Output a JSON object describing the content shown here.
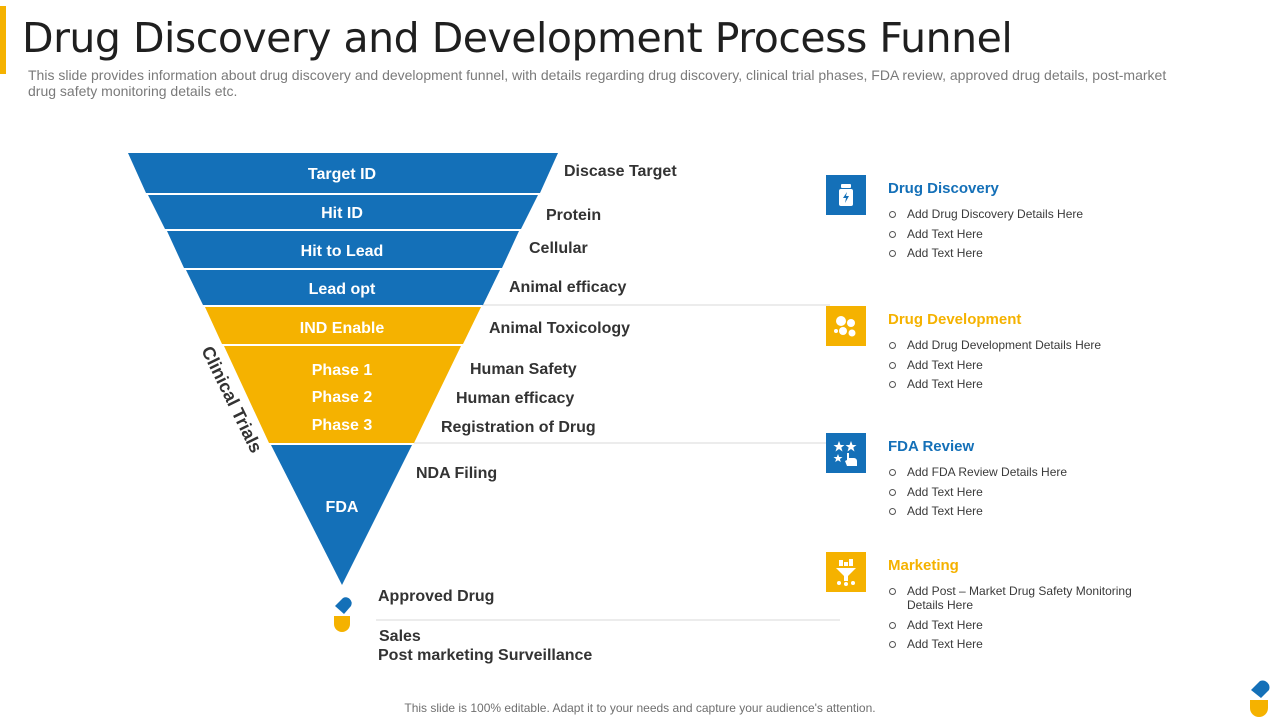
{
  "title": "Drug Discovery and Development Process Funnel",
  "subtitle": "This slide provides information about drug discovery and development funnel, with details regarding drug discovery, clinical trial phases, FDA review, approved drug details, post-market drug safety monitoring details etc.",
  "colors": {
    "blue": "#1470b8",
    "yellow": "#f5b200",
    "text": "#333333"
  },
  "funnel": {
    "stages": [
      "Target ID",
      "Hit ID",
      "Hit to Lead",
      "Lead opt",
      "IND Enable"
    ],
    "phases": [
      "Phase 1",
      "Phase 2",
      "Phase 3"
    ],
    "fda": "FDA",
    "clinical_trials_label": "Clinical Trials"
  },
  "side_labels": {
    "disease_target": "Discase Target",
    "protein": "Protein",
    "cellular": "Cellular",
    "animal_efficacy": "Animal efficacy",
    "animal_toxicology": "Animal  Toxicology",
    "human_safety": "Human Safety",
    "human_efficacy": "Human efficacy",
    "registration": "Registration of Drug",
    "nda_filing": "NDA Filing",
    "approved_drug": "Approved Drug",
    "sales": "Sales",
    "post_marketing": "Post marketing Surveillance"
  },
  "sections": [
    {
      "title": "Drug Discovery",
      "color": "#1470b8",
      "icon": "medicine-bottle-icon",
      "items": [
        "Add Drug Discovery Details Here",
        "Add Text Here",
        "Add Text Here"
      ]
    },
    {
      "title": "Drug Development",
      "color": "#f5b200",
      "icon": "molecules-icon",
      "items": [
        "Add Drug Development Details Here",
        "Add Text Here",
        "Add Text Here"
      ]
    },
    {
      "title": "FDA Review",
      "color": "#1470b8",
      "icon": "stars-hand-icon",
      "items": [
        "Add FDA Review Details Here",
        "Add Text Here",
        "Add Text Here"
      ]
    },
    {
      "title": "Marketing",
      "color": "#f5b200",
      "icon": "funnel-chart-icon",
      "items": [
        "Add Post – Market Drug Safety Monitoring Details Here",
        "Add Text Here",
        "Add Text Here"
      ]
    }
  ],
  "footer": "This slide is 100% editable. Adapt it to your needs and capture your audience's attention."
}
